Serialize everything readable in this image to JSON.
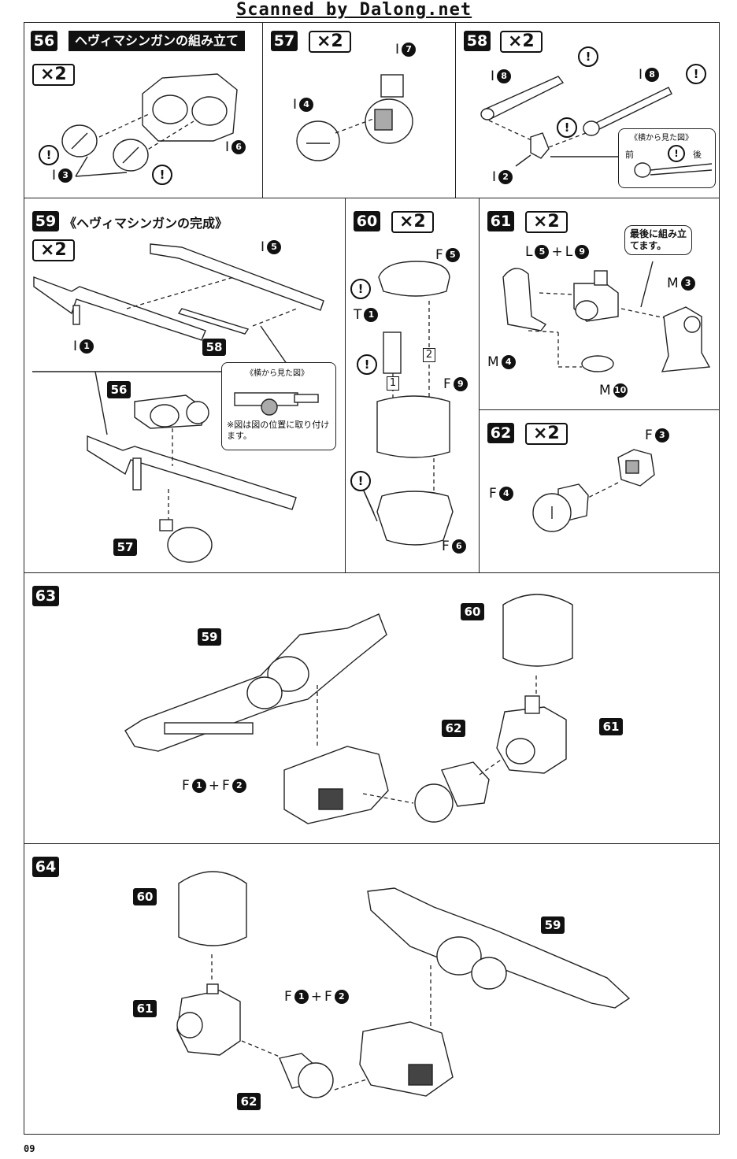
{
  "header": {
    "scan_credit": "Scanned by Dalong.net"
  },
  "page_number": "09",
  "steps": {
    "s56": {
      "num": "56",
      "title": "ヘヴィマシンガンの組み立て",
      "mult": "×2",
      "p_i6": "I",
      "p_i6n": "6",
      "p_i3": "I",
      "p_i3n": "3"
    },
    "s57": {
      "num": "57",
      "mult": "×2",
      "p_i7": "I",
      "p_i7n": "7",
      "p_i4": "I",
      "p_i4n": "4"
    },
    "s58": {
      "num": "58",
      "mult": "×2",
      "p_i8a": "I",
      "p_i8an": "8",
      "p_i8b": "I",
      "p_i8bn": "8",
      "p_i2": "I",
      "p_i2n": "2",
      "inset_title": "《横から見た図》",
      "front": "前",
      "back": "後"
    },
    "s59": {
      "num": "59",
      "title": "《ヘヴィマシンガンの完成》",
      "mult": "×2",
      "p_i5": "I",
      "p_i5n": "5",
      "p_i1": "I",
      "p_i1n": "1",
      "ref58": "58",
      "ref56": "56",
      "ref57": "57",
      "inset_title": "《横から見た図》",
      "inset_note": "※図は図の位置に取り付けます。"
    },
    "s60": {
      "num": "60",
      "mult": "×2",
      "p_f5": "F",
      "p_f5n": "5",
      "p_t1": "T",
      "p_t1n": "1",
      "p_f9": "F",
      "p_f9n": "9",
      "p_f6": "F",
      "p_f6n": "6",
      "box1": "1",
      "box2": "2"
    },
    "s61": {
      "num": "61",
      "mult": "×2",
      "p_l5": "L",
      "p_l5n": "5",
      "plus": "+",
      "p_l9": "L",
      "p_l9n": "9",
      "p_m3": "M",
      "p_m3n": "3",
      "p_m4": "M",
      "p_m4n": "4",
      "p_m10": "M",
      "p_m10n": "10",
      "callout": "最後に組み立てます。"
    },
    "s62": {
      "num": "62",
      "mult": "×2",
      "p_f3": "F",
      "p_f3n": "3",
      "p_f4": "F",
      "p_f4n": "4"
    },
    "s63": {
      "num": "63",
      "ref59": "59",
      "ref60": "60",
      "ref61": "61",
      "ref62": "62",
      "p_f1": "F",
      "p_f1n": "1",
      "plus": "+",
      "p_f2": "F",
      "p_f2n": "2"
    },
    "s64": {
      "num": "64",
      "ref60": "60",
      "ref61": "61",
      "ref62": "62",
      "ref59": "59",
      "p_f1": "F",
      "p_f1n": "1",
      "plus": "+",
      "p_f2": "F",
      "p_f2n": "2"
    }
  },
  "warning_mark": "!"
}
